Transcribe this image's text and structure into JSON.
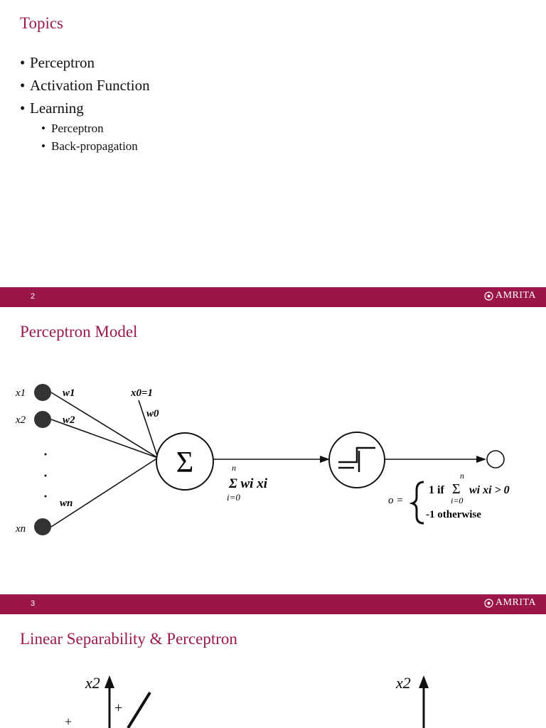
{
  "slide1": {
    "title": "Topics",
    "bullets": [
      "Perceptron",
      "Activation Function",
      "Learning"
    ],
    "sub_bullets": [
      "Perceptron",
      "Back-propagation"
    ],
    "bullet_glyph": "•"
  },
  "footer1": {
    "page": "2",
    "brand": "AMRITA"
  },
  "slide2": {
    "title": "Perceptron Model",
    "inputs": [
      "x1",
      "x2",
      "xn"
    ],
    "weights": [
      "w1",
      "w2",
      "wn"
    ],
    "bias_input": "x0=1",
    "bias_weight": "w0",
    "sum_symbol": "Σ",
    "sum_formula": "Σ wi xi",
    "sum_upper": "n",
    "sum_lower": "i=0",
    "output_lhs": "o =",
    "output_case1": "1 if",
    "output_case1_tail": "wi xi > 0",
    "output_case2": "-1 otherwise"
  },
  "footer2": {
    "page": "3",
    "brand": "AMRITA"
  },
  "slide3": {
    "title": "Linear Separability & Perceptron",
    "axis_label_left": "x2",
    "axis_label_right": "x2",
    "plus_sign": "+"
  },
  "colors": {
    "accent": "#9a1548",
    "title": "#9a1a4e"
  }
}
